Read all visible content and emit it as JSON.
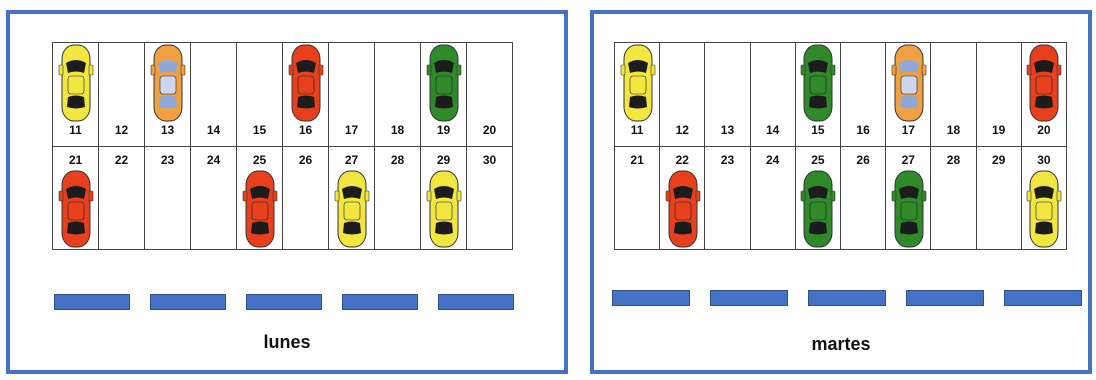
{
  "panels": [
    {
      "id": "lunes",
      "label": "lunes",
      "top_row": [
        {
          "number": "11",
          "car": "yellow"
        },
        {
          "number": "12",
          "car": null
        },
        {
          "number": "13",
          "car": "orange-convertible"
        },
        {
          "number": "14",
          "car": null
        },
        {
          "number": "15",
          "car": null
        },
        {
          "number": "16",
          "car": "red"
        },
        {
          "number": "17",
          "car": null
        },
        {
          "number": "18",
          "car": null
        },
        {
          "number": "19",
          "car": "green"
        },
        {
          "number": "20",
          "car": null
        }
      ],
      "bottom_row": [
        {
          "number": "21",
          "car": "red"
        },
        {
          "number": "22",
          "car": null
        },
        {
          "number": "23",
          "car": null
        },
        {
          "number": "24",
          "car": null
        },
        {
          "number": "25",
          "car": "red"
        },
        {
          "number": "26",
          "car": null
        },
        {
          "number": "27",
          "car": "yellow"
        },
        {
          "number": "28",
          "car": null
        },
        {
          "number": "29",
          "car": "yellow"
        },
        {
          "number": "30",
          "car": null
        }
      ],
      "answer_blanks": 5
    },
    {
      "id": "martes",
      "label": "martes",
      "top_row": [
        {
          "number": "11",
          "car": "yellow"
        },
        {
          "number": "12",
          "car": null
        },
        {
          "number": "13",
          "car": null
        },
        {
          "number": "14",
          "car": null
        },
        {
          "number": "15",
          "car": "green"
        },
        {
          "number": "16",
          "car": null
        },
        {
          "number": "17",
          "car": "orange-convertible"
        },
        {
          "number": "18",
          "car": null
        },
        {
          "number": "19",
          "car": null
        },
        {
          "number": "20",
          "car": "red"
        }
      ],
      "bottom_row": [
        {
          "number": "21",
          "car": null
        },
        {
          "number": "22",
          "car": "red"
        },
        {
          "number": "23",
          "car": null
        },
        {
          "number": "24",
          "car": null
        },
        {
          "number": "25",
          "car": "green"
        },
        {
          "number": "26",
          "car": null
        },
        {
          "number": "27",
          "car": "green"
        },
        {
          "number": "28",
          "car": null
        },
        {
          "number": "29",
          "car": null
        },
        {
          "number": "30",
          "car": "yellow"
        }
      ],
      "answer_blanks": 5
    }
  ],
  "colors": {
    "frame": "#4472c4",
    "blank": "#4472c4",
    "red": "#e8401c",
    "yellow": "#f2e640",
    "green": "#2f8a2a",
    "orange": "#f0a040"
  }
}
